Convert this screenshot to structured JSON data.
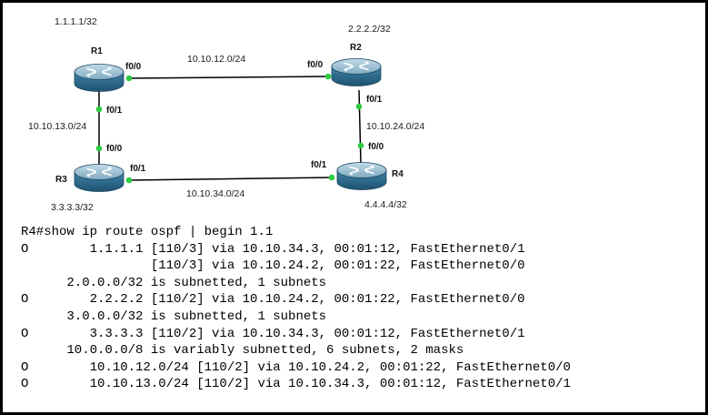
{
  "topology": {
    "routers": [
      {
        "id": "R1",
        "name": "R1",
        "loopback": "1.1.1.1/32"
      },
      {
        "id": "R2",
        "name": "R2",
        "loopback": "2.2.2.2/32"
      },
      {
        "id": "R3",
        "name": "R3",
        "loopback": "3.3.3.3/32"
      },
      {
        "id": "R4",
        "name": "R4",
        "loopback": "4.4.4.4/32"
      }
    ],
    "links": [
      {
        "id": "r1-r2",
        "subnet": "10.10.12.0/24",
        "a_iface": "f0/0",
        "b_iface": "f0/0"
      },
      {
        "id": "r1-r3",
        "subnet": "10.10.13.0/24",
        "a_iface": "f0/1",
        "b_iface": "f0/0"
      },
      {
        "id": "r2-r4",
        "subnet": "10.10.24.0/24",
        "a_iface": "f0/1",
        "b_iface": "f0/0"
      },
      {
        "id": "r3-r4",
        "subnet": "10.10.34.0/24",
        "a_iface": "f0/1",
        "b_iface": "f0/1"
      }
    ],
    "colors": {
      "router_body": "#2f6f90",
      "router_top": "#9fc3d6",
      "link": "#000000",
      "port_dot": "#2ecc40"
    }
  },
  "cli": {
    "lines": [
      "R4#show ip route ospf | begin 1.1",
      "O        1.1.1.1 [110/3] via 10.10.34.3, 00:01:12, FastEthernet0/1",
      "                 [110/3] via 10.10.24.2, 00:01:22, FastEthernet0/0",
      "      2.0.0.0/32 is subnetted, 1 subnets",
      "O        2.2.2.2 [110/2] via 10.10.24.2, 00:01:22, FastEthernet0/0",
      "      3.0.0.0/32 is subnetted, 1 subnets",
      "O        3.3.3.3 [110/2] via 10.10.34.3, 00:01:12, FastEthernet0/1",
      "      10.0.0.0/8 is variably subnetted, 6 subnets, 2 masks",
      "O        10.10.12.0/24 [110/2] via 10.10.24.2, 00:01:22, FastEthernet0/0",
      "O        10.10.13.0/24 [110/2] via 10.10.34.3, 00:01:12, FastEthernet0/1"
    ]
  }
}
